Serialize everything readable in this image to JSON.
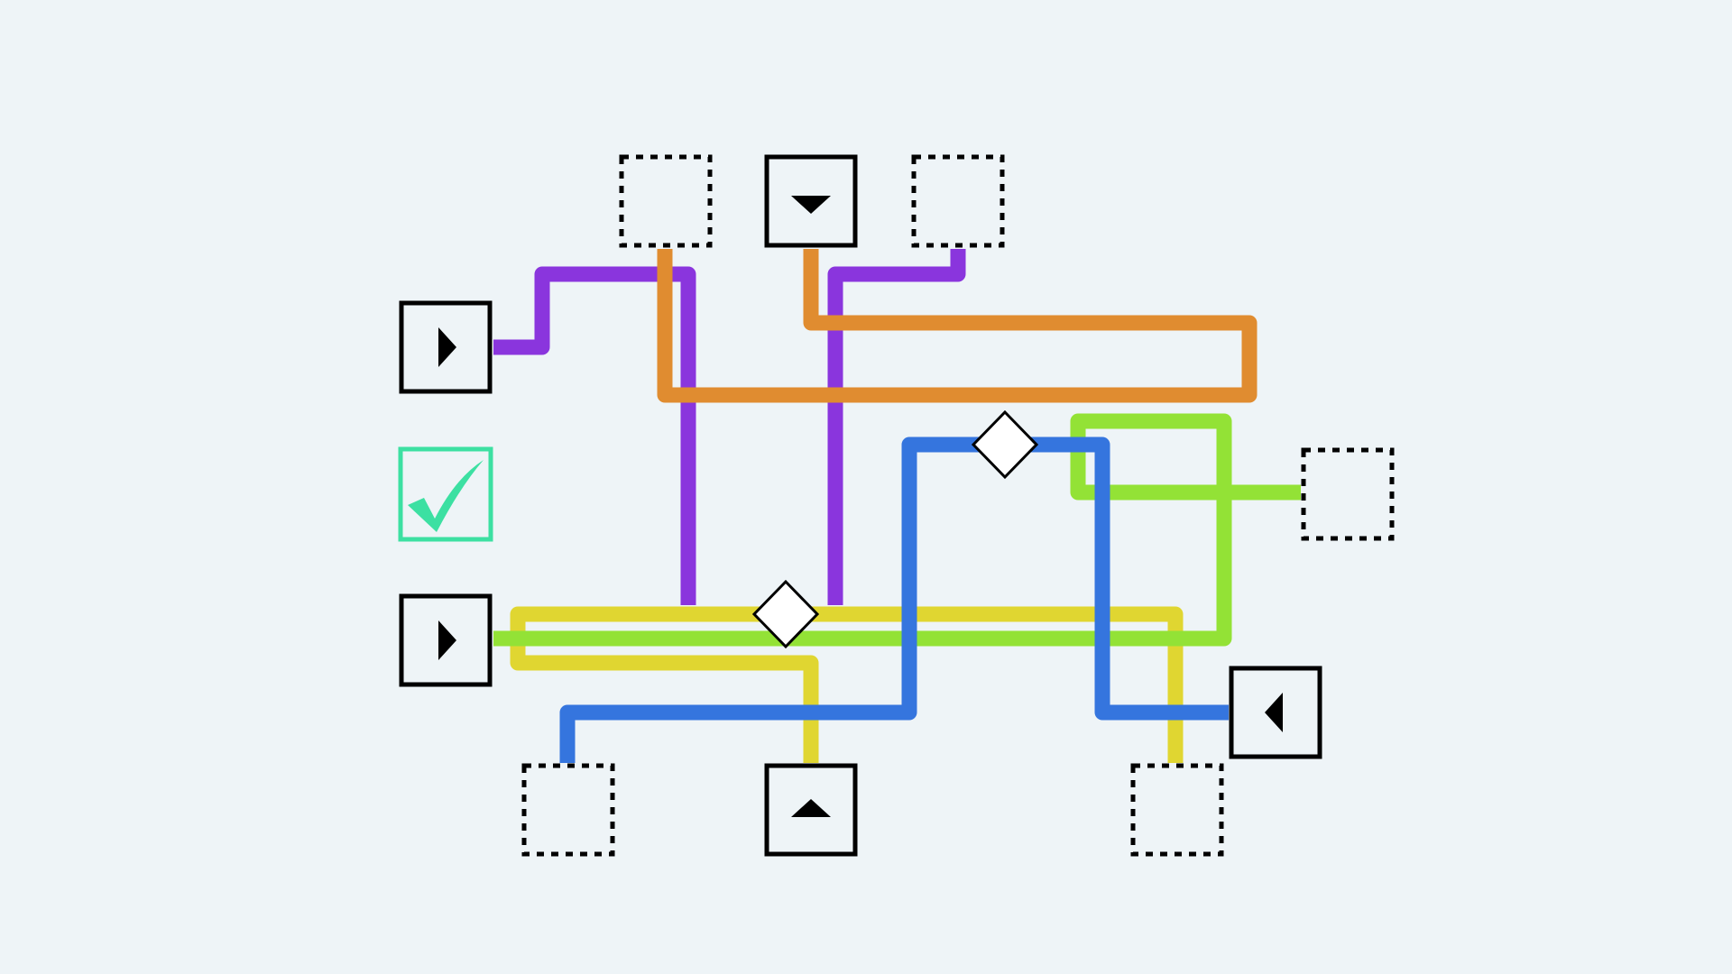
{
  "game": {
    "background_color": "#eef4f7",
    "status": "solved",
    "status_icon": "checkmark-icon",
    "status_color": "#3ce0a2",
    "colors": {
      "purple": "#8a35dd",
      "orange": "#e08c30",
      "blue": "#3575de",
      "green": "#93e236",
      "yellow": "#e0d631"
    },
    "sources": [
      {
        "id": "left-top",
        "icon": "arrow-right-icon"
      },
      {
        "id": "left-bottom",
        "icon": "arrow-right-icon"
      },
      {
        "id": "top",
        "icon": "arrow-down-icon"
      },
      {
        "id": "bottom",
        "icon": "arrow-up-icon"
      },
      {
        "id": "right",
        "icon": "arrow-left-icon"
      }
    ],
    "targets": [
      "top-left",
      "top-right",
      "right",
      "bottom-left",
      "bottom-right"
    ],
    "junctions": 2
  }
}
